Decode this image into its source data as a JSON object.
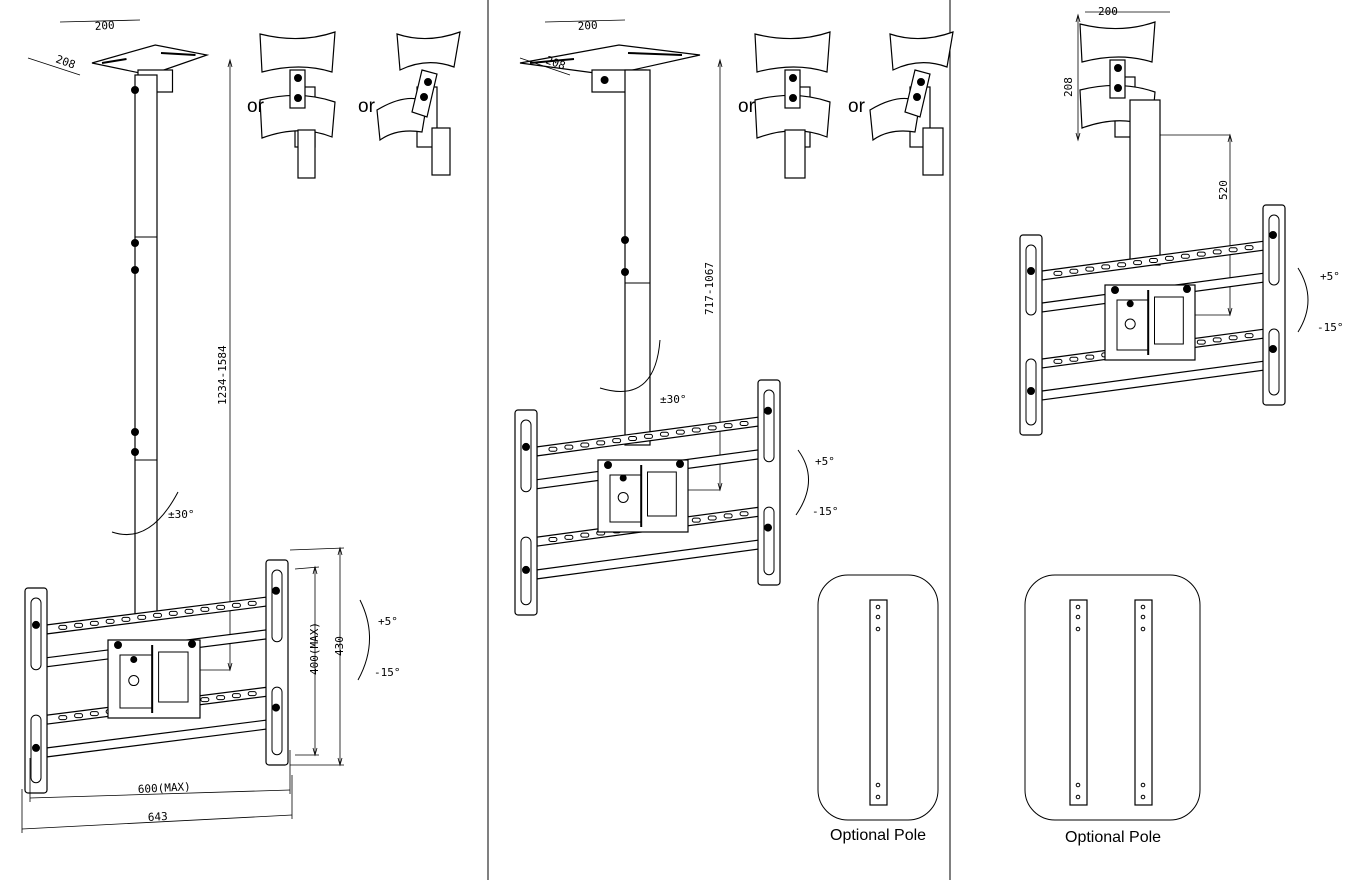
{
  "panels": [
    {
      "name": "long-pole",
      "dims": {
        "plate_w": "200",
        "plate_d": "208",
        "height_range": "1234-1584",
        "swivel": "±30°",
        "tilt_up": "+5°",
        "tilt_down": "-15°",
        "vesa_h": "400(MAX)",
        "bracket_h": "430",
        "vesa_w": "600(MAX)",
        "bracket_w": "643"
      },
      "or_labels": [
        "or",
        "or"
      ]
    },
    {
      "name": "medium-pole",
      "dims": {
        "plate_w": "200",
        "plate_d": "208",
        "height_range": "717-1067",
        "swivel": "±30°",
        "tilt_up": "+5°",
        "tilt_down": "-15°"
      },
      "or_labels": [
        "or",
        "or"
      ],
      "optional_label": "Optional Pole"
    },
    {
      "name": "short-pole",
      "dims": {
        "plate_w": "200",
        "plate_d": "208",
        "height": "520",
        "tilt_up": "+5°",
        "tilt_down": "-15°"
      },
      "optional_label": "Optional Pole"
    }
  ]
}
